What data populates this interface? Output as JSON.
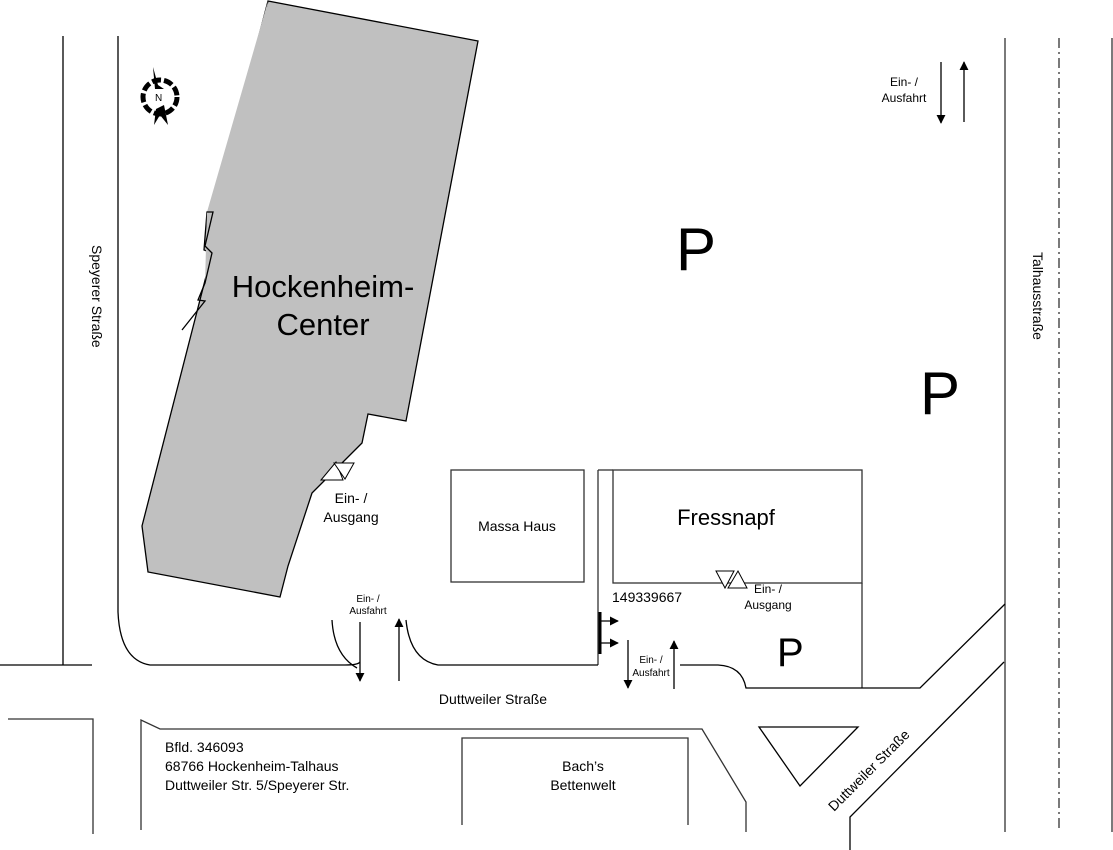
{
  "map": {
    "colors": {
      "building_fill": "#c0c0c0",
      "line": "#000000",
      "background": "#ffffff"
    },
    "compass": {
      "icon": "north-arrow-compass-icon",
      "label": "N"
    },
    "buildings": {
      "hockenheim_center": {
        "line1": "Hockenheim-",
        "line2": "Center"
      },
      "massa_haus": {
        "label": "Massa Haus"
      },
      "fressnapf": {
        "label": "Fressnapf"
      },
      "bachs_bettenwelt": {
        "line1": "Bach’s",
        "line2": "Bettenwelt"
      }
    },
    "streets": {
      "speyerer": "Speyerer Straße",
      "talhaus": "Talhausstraße",
      "duttweiler_main": "Duttweiler Straße",
      "duttweiler_diagonal": "Duttweiler Straße"
    },
    "parking": {
      "p1": "P",
      "p2": "P",
      "p3": "P"
    },
    "entrances": {
      "center_entrance": {
        "line1": "Ein- /",
        "line2": "Ausgang"
      },
      "fressnapf_entrance": {
        "line1": "Ein- /",
        "line2": "Ausgang"
      }
    },
    "driveways": {
      "top_right": {
        "line1": "Ein- /",
        "line2": "Ausfahrt"
      },
      "left": {
        "line1": "Ein- /",
        "line2": "Ausfahrt"
      },
      "right": {
        "line1": "Ein- /",
        "line2": "Ausfahrt"
      }
    },
    "marker_id": "149339667",
    "address": {
      "line1": "Bfld. 346093",
      "line2": "68766 Hockenheim-Talhaus",
      "line3": "Duttweiler Str. 5/Speyerer Str."
    }
  }
}
